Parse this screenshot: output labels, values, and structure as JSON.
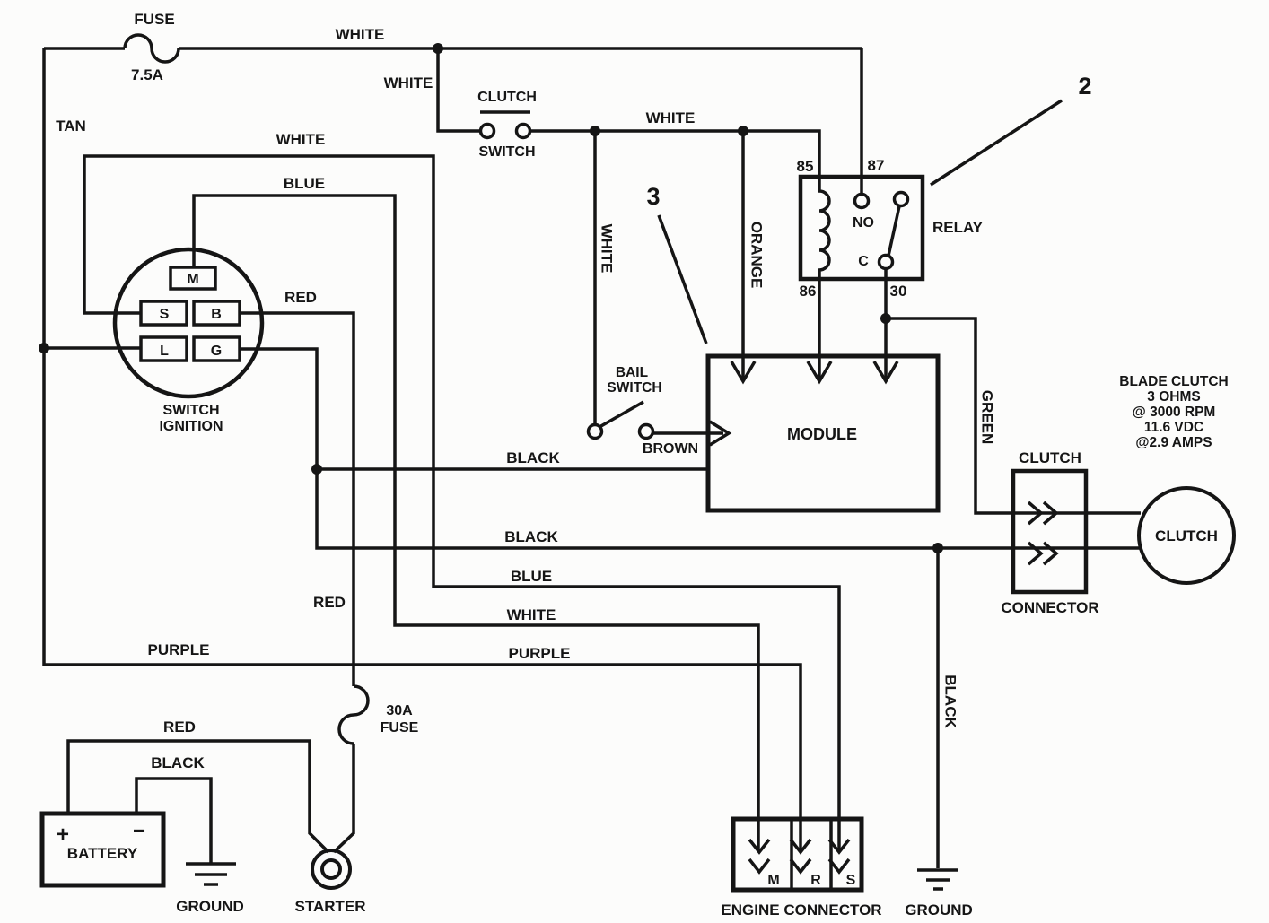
{
  "palette": {
    "ink": "#151515",
    "paper": "#fcfcfb"
  },
  "wire_labels": {
    "white": "WHITE",
    "blue": "BLUE",
    "red": "RED",
    "black": "BLACK",
    "purple": "PURPLE",
    "orange": "ORANGE",
    "green": "GREEN",
    "brown": "BROWN",
    "tan": "TAN"
  },
  "fuse_top": {
    "name": "FUSE",
    "rating": "7.5A"
  },
  "fuse_30a": {
    "rating": "30A",
    "name": "FUSE"
  },
  "clutch_switch": {
    "word1": "CLUTCH",
    "word2": "SWITCH"
  },
  "bail_switch": {
    "word1": "BAIL",
    "word2": "SWITCH"
  },
  "ignition_switch": {
    "word1": "SWITCH",
    "word2": "IGNITION",
    "terminal_m": "M",
    "terminal_s": "S",
    "terminal_b": "B",
    "terminal_l": "L",
    "terminal_g": "G"
  },
  "relay": {
    "name": "RELAY",
    "pin_85": "85",
    "pin_87": "87",
    "pin_86": "86",
    "pin_30": "30",
    "contact_no": "NO",
    "contact_c": "C"
  },
  "module": {
    "name": "MODULE"
  },
  "callouts": {
    "relay_ref": "2",
    "module_ref": "3"
  },
  "blade_clutch_note": {
    "line1": "BLADE CLUTCH",
    "line2": "3 OHMS",
    "line3": "@ 3000 RPM",
    "line4": "11.6 VDC",
    "line5": "@2.9 AMPS"
  },
  "clutch_connector": {
    "word1": "CLUTCH",
    "word2": "CONNECTOR"
  },
  "clutch": {
    "name": "CLUTCH"
  },
  "battery": {
    "name": "BATTERY",
    "positive": "+",
    "negative": "−"
  },
  "starter": {
    "name": "STARTER"
  },
  "grounds": {
    "left": "GROUND",
    "right": "GROUND"
  },
  "engine_connector": {
    "name": "ENGINE CONNECTOR",
    "pin_m": "M",
    "pin_r": "R",
    "pin_s": "S"
  }
}
